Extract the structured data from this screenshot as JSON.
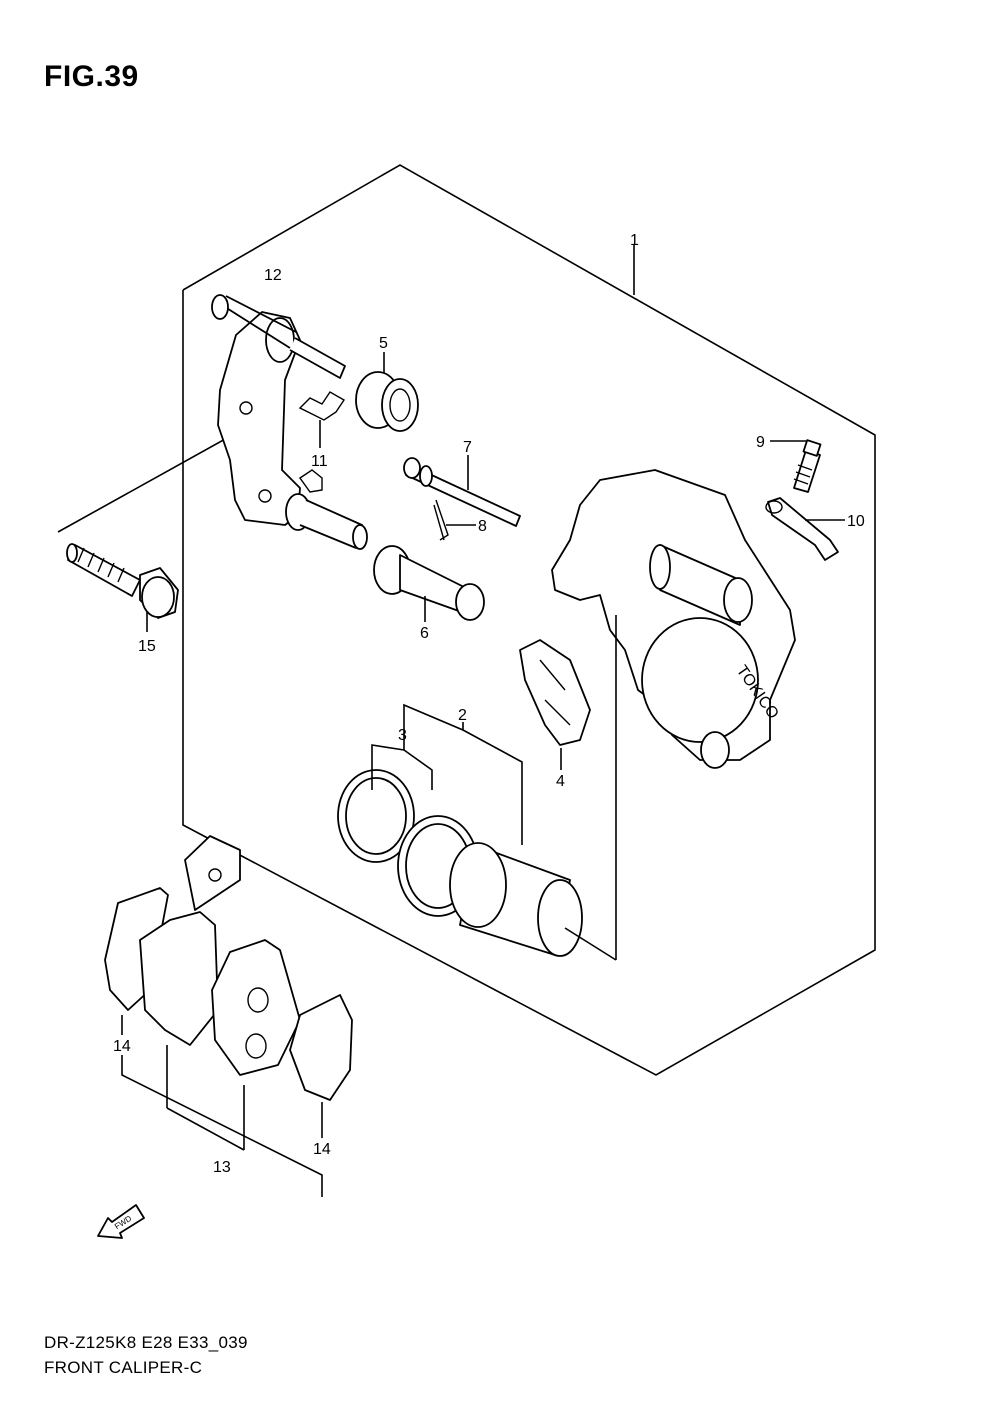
{
  "figure_title": "FIG.39",
  "callouts": {
    "c1": "1",
    "c2": "2",
    "c3": "3",
    "c4": "4",
    "c5": "5",
    "c6": "6",
    "c7": "7",
    "c8": "8",
    "c9": "9",
    "c10": "10",
    "c11": "11",
    "c12": "12",
    "c13": "13",
    "c14a": "14",
    "c14b": "14",
    "c15": "15"
  },
  "brand_mark": "TOKICO",
  "fwd_label": "FWD",
  "footer": {
    "model_code": "DR-Z125K8 E28 E33_039",
    "caption": "FRONT CALIPER-C"
  }
}
